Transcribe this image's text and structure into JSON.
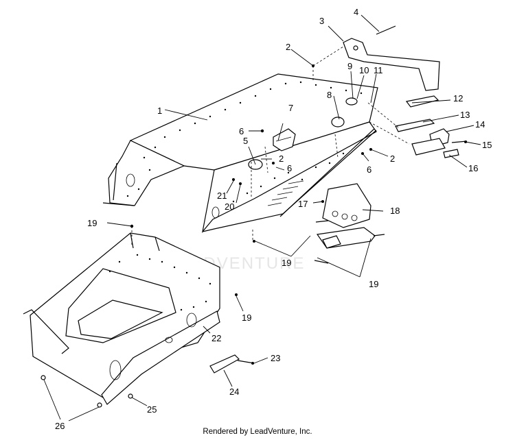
{
  "watermark": "LEADVENTURE",
  "footer": "Rendered by LeadVenture, Inc.",
  "callouts": {
    "c1": "1",
    "c2a": "2",
    "c2b": "2",
    "c2c": "2",
    "c3": "3",
    "c4": "4",
    "c5": "5",
    "c6a": "6",
    "c6b": "6",
    "c6c": "6",
    "c7": "7",
    "c8": "8",
    "c9": "9",
    "c10": "10",
    "c11": "11",
    "c12": "12",
    "c13": "13",
    "c14": "14",
    "c15": "15",
    "c16": "16",
    "c17": "17",
    "c18": "18",
    "c19a": "19",
    "c19b": "19",
    "c19c": "19",
    "c19d": "19",
    "c20": "20",
    "c21": "21",
    "c22": "22",
    "c23": "23",
    "c24": "24",
    "c25": "25",
    "c26": "26"
  }
}
